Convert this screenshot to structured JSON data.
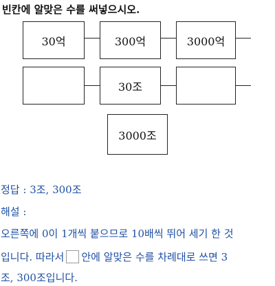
{
  "instruction": "빈칸에 알맞은 수를 써넣으시오.",
  "row1": [
    "30억",
    "300억",
    "3000억"
  ],
  "row2": [
    "",
    "30조",
    ""
  ],
  "row3": [
    "3000조"
  ],
  "answer": {
    "label": "정답 :",
    "value": "3조, 300조"
  },
  "explanation": {
    "label": "해설 :",
    "line1": "오른쪽에 0이 1개씩 붙으므로 10배씩 뛰어 세기 한 것",
    "line2_before": "입니다. 따라서",
    "line2_after": "안에 알맞은 수를 차례대로 쓰면 3",
    "line3": "조, 300조입니다."
  }
}
